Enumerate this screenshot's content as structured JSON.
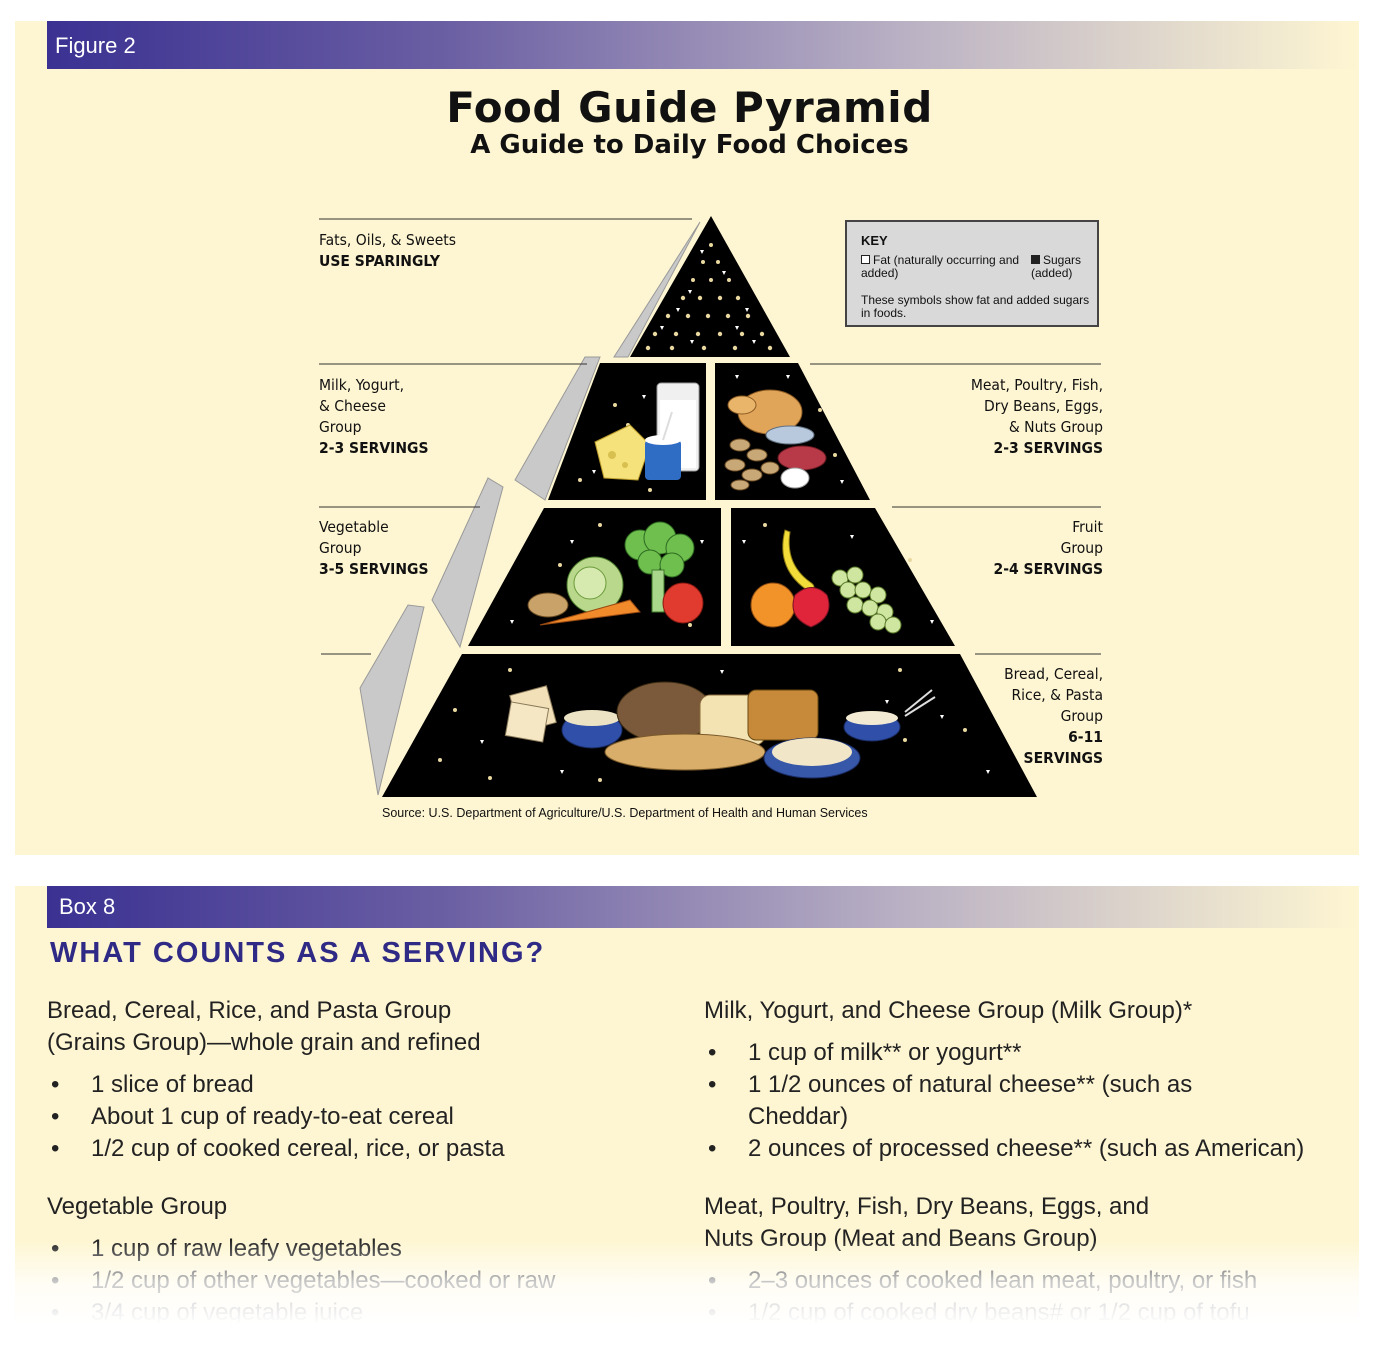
{
  "figure": {
    "label": "Figure 2",
    "title": "Food Guide Pyramid",
    "subtitle": "A Guide to Daily Food Choices",
    "tiers": {
      "fats": {
        "name": "Fats, Oils, & Sweets",
        "servings": "USE SPARINGLY"
      },
      "milk": {
        "name_lines": [
          "Milk, Yogurt,",
          "& Cheese",
          "Group"
        ],
        "servings": "2-3 SERVINGS"
      },
      "meat": {
        "name_lines": [
          "Meat, Poultry, Fish,",
          "Dry Beans, Eggs,",
          "& Nuts Group"
        ],
        "servings": "2-3 SERVINGS"
      },
      "vegetable": {
        "name_lines": [
          "Vegetable",
          "Group"
        ],
        "servings": "3-5 SERVINGS"
      },
      "fruit": {
        "name_lines": [
          "Fruit",
          "Group"
        ],
        "servings": "2-4 SERVINGS"
      },
      "bread": {
        "name_lines": [
          "Bread, Cereal,",
          "Rice, & Pasta",
          "Group"
        ],
        "servings_lines": [
          "6-11",
          "SERVINGS"
        ]
      }
    },
    "key": {
      "title": "KEY",
      "fat_label": "Fat (naturally occurring and added)",
      "sugar_label": "Sugars (added)",
      "note": "These symbols show fat and added sugars in foods."
    },
    "source": "Source: U.S. Department of Agriculture/U.S. Department of Health and Human Services",
    "colors": {
      "pyramid": "#000000",
      "side": "#c9c9c9",
      "panel": "#fef6d2"
    }
  },
  "box": {
    "label": "Box 8",
    "title": "WHAT COUNTS AS A SERVING?",
    "left_column": [
      {
        "heading_lines": [
          "Bread, Cereal, Rice, and Pasta Group",
          "(Grains Group)—whole grain and refined"
        ],
        "items": [
          "1 slice of bread",
          "About 1 cup of ready-to-eat cereal",
          "1/2 cup of cooked cereal, rice, or pasta"
        ]
      },
      {
        "heading_lines": [
          "Vegetable Group"
        ],
        "items": [
          "1 cup of raw leafy vegetables",
          "1/2 cup of other vegetables—cooked or raw",
          "3/4 cup of vegetable juice"
        ]
      }
    ],
    "right_column": [
      {
        "heading_lines": [
          "Milk, Yogurt, and Cheese Group (Milk Group)*"
        ],
        "items": [
          "1 cup of milk** or yogurt**",
          "1 1/2 ounces of natural cheese** (such as Cheddar)",
          "2 ounces of processed cheese** (such as American)"
        ]
      },
      {
        "heading_lines": [
          "Meat, Poultry, Fish, Dry Beans, Eggs, and",
          "Nuts Group (Meat and Beans Group)"
        ],
        "items": [
          "2–3 ounces of cooked lean meat, poultry, or fish",
          "1/2 cup of cooked dry beans# or 1/2 cup of tofu"
        ]
      }
    ]
  }
}
